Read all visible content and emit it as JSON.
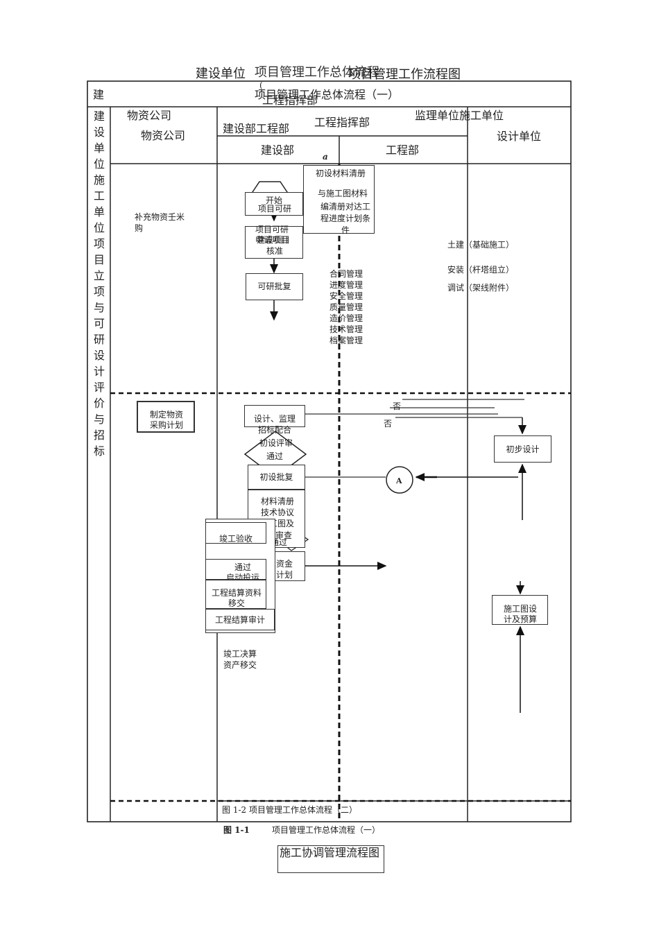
{
  "header": {
    "overlap_a": "建设单位",
    "overlap_b": "项目管理工作总体流程",
    "overlap_c": "项目管理工作流程图",
    "title": "项目管理工作总体流程（一）",
    "paren": "(",
    "sub_title": "工程指挥部"
  },
  "lanes": {
    "left_vertical": "建设单位施工单位项目立项与可研设计评价与招标",
    "left_top": "建",
    "wuzi_top": "物资公司",
    "wuzi": "物资公司",
    "jianshebu_gongchengbu": "建设部工程部",
    "zhihuibu": "工程指挥部",
    "jianli_shigong": "监理单位施工单位",
    "sheji": "设计单位",
    "jianshebu": "建设部",
    "gongchengbu": "工程部",
    "a_mark": "a"
  },
  "section1": {
    "wuzi_note": "补充物资壬米购",
    "start": "开始",
    "xmky": "项目可研",
    "xmky_apply": "项目可研申请项目",
    "jianshe_xm": "建设项目",
    "hezhun": "核准",
    "kyps": "可研批复",
    "material_list": "初设材料清册",
    "vs_drawing": "与施工图材料",
    "compile": "编清册对达工程进度计划条件",
    "mgmt": [
      "合同管理",
      "进度管理",
      "安全管理",
      "质量管理",
      "造价管理",
      "技术管理",
      "档案管理"
    ],
    "tujian": "土建（基础施工）",
    "anzhuang": "安装（杆塔组立）",
    "tiaoshi": "调试（架线附件）"
  },
  "section2": {
    "fou1": "否",
    "fou2": "否",
    "wuzi_plan": "制定物资采购计划",
    "sheji_jianli": "设计、监理",
    "zhaobiao": "招标配合",
    "chushe_ps": "初设评审",
    "tongguo": "通过",
    "chubu_sheji": "初步设计",
    "circle_a": "A",
    "chushe_pf": "初设批复",
    "cailiao": "材料清册",
    "jishu": "技术协议",
    "shigongtu": "施工图及",
    "shencha": "审查",
    "tongguo2": "通过",
    "zijin": "资金",
    "jihua": "计划",
    "jungong_ys": "竣工验收",
    "tongguo3": "通过",
    "qidong": "启动投运",
    "jiesuan_zl": "工程结算资料移交",
    "jiesuan_sj": "工程结算审计",
    "juesuan": "竣工决算资产移交",
    "sgt_sheji": "施工图设计及预算",
    "fig2": "图 1-2 项目管理工作总体流程（二）"
  },
  "footer": {
    "fig1_num": "图 1-1",
    "fig1_text": "项目管理工作总体流程（一）",
    "coord": "施工协调管理流程图"
  }
}
